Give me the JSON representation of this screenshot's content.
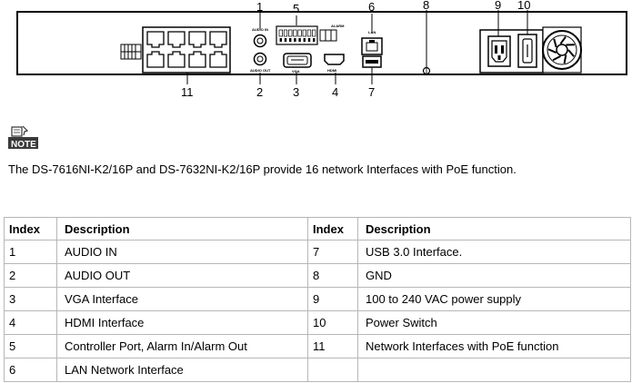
{
  "panel": {
    "callouts": [
      "1",
      "2",
      "3",
      "4",
      "5",
      "6",
      "7",
      "8",
      "9",
      "10",
      "11"
    ],
    "port_labels": {
      "audio_in": "AUDIO IN",
      "audio_out": "AUDIO OUT",
      "vga": "VGA",
      "hdmi": "HDMI",
      "alarm": "ALARM",
      "lan": "LAN"
    }
  },
  "note": {
    "icon_label": "NOTE",
    "text": "The DS-7616NI-K2/16P and DS-7632NI-K2/16P provide 16 network Interfaces with PoE function."
  },
  "table": {
    "headers": [
      "Index",
      "Description",
      "Index",
      "Description"
    ],
    "rows": [
      [
        "1",
        "AUDIO IN",
        "7",
        "USB 3.0 Interface."
      ],
      [
        "2",
        "AUDIO OUT",
        "8",
        "GND"
      ],
      [
        "3",
        "VGA Interface",
        "9",
        "100 to 240 VAC power supply"
      ],
      [
        "4",
        "HDMI Interface",
        "10",
        "Power Switch"
      ],
      [
        "5",
        "Controller Port, Alarm In/Alarm Out",
        "11",
        "Network Interfaces with PoE function"
      ],
      [
        "6",
        "LAN Network Interface",
        "",
        ""
      ]
    ]
  }
}
